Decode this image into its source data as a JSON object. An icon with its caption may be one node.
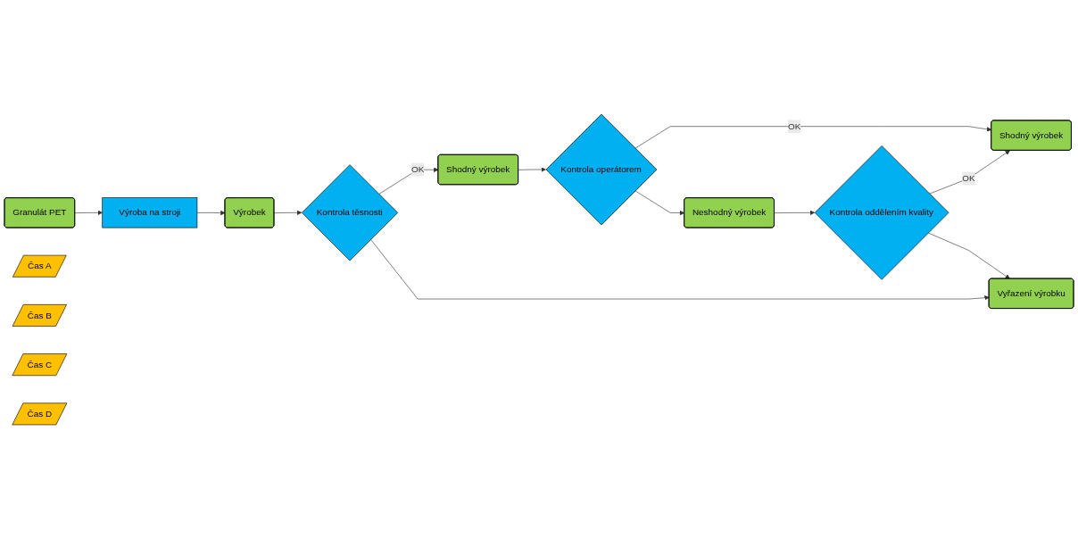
{
  "diagram": {
    "nodes": [
      {
        "text": [
          "Granulát PET"
        ]
      },
      {
        "text": [
          "Čas A"
        ]
      },
      {
        "text": [
          "Výroba na stroji"
        ]
      },
      {
        "text": [
          "Výrobek"
        ]
      },
      {
        "text": [
          "Čas B"
        ]
      },
      {
        "text": [
          "Kontrola těsnosti"
        ]
      },
      {
        "text": [
          "Shodný výrobek"
        ]
      },
      {
        "text": [
          "Čas C"
        ]
      },
      {
        "text": [
          "Kontrola operátorem"
        ]
      },
      {
        "text": [
          "Shodný výrobek"
        ]
      },
      {
        "text": [
          "Neshodný výrobek"
        ]
      },
      {
        "text": [
          "Čas D"
        ]
      },
      {
        "text": [
          "Kontrola oddělením kvality"
        ]
      },
      {
        "text": [
          "Vyřazení výrobku"
        ]
      }
    ],
    "edges": [
      {
        "from": 0,
        "to": 2,
        "arrow": "to"
      },
      {
        "from": 2,
        "to": 3,
        "arrow": "to"
      },
      {
        "from": 3,
        "to": 5,
        "arrow": "to"
      },
      {
        "from": 5,
        "to": 6,
        "label": "OK",
        "arrow": "to"
      },
      {
        "from": 6,
        "to": 8,
        "arrow": "to"
      },
      {
        "from": 8,
        "to": 9,
        "label": "OK",
        "arrow": "to"
      },
      {
        "from": 8,
        "to": 10,
        "arrow": "to"
      },
      {
        "from": 10,
        "to": 12,
        "arrow": "to"
      },
      {
        "from": 12,
        "to": 9,
        "label": "OK",
        "arrow": "to"
      },
      {
        "from": 12,
        "to": 13,
        "arrow": "to"
      },
      {
        "from": 5,
        "to": 13,
        "arrow": "to"
      }
    ]
  }
}
